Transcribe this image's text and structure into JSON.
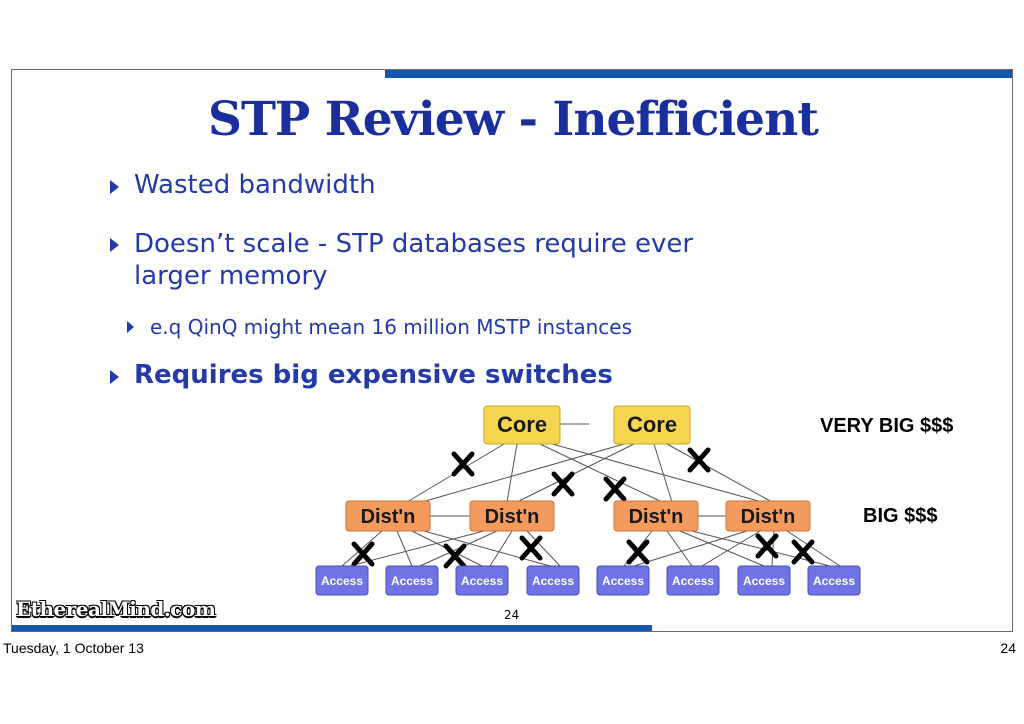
{
  "slide": {
    "title": "STP Review - Inefficient",
    "bullets": [
      "Wasted bandwidth",
      "Doesn’t scale - STP databases require ever",
      "larger memory",
      "e.q QinQ might mean 16 million MSTP instances",
      "Requires big expensive switches"
    ],
    "logo": "EtherealMind.com",
    "slide_number": "24"
  },
  "diagram": {
    "core_nodes": [
      "Core",
      "Core"
    ],
    "dist_nodes": [
      "Dist'n",
      "Dist'n",
      "Dist'n",
      "Dist'n"
    ],
    "access_nodes": [
      "Access",
      "Access",
      "Access",
      "Access",
      "Access",
      "Access",
      "Access",
      "Access"
    ],
    "label_very_big": "VERY BIG $$$",
    "label_big": "BIG $$$",
    "colors": {
      "core": "#f5d64e",
      "dist": "#f59a5d",
      "access": "#6f73e6",
      "text_blue": "#233aa8"
    }
  },
  "footer": {
    "date": "Tuesday, 1 October 13",
    "page": "24"
  }
}
